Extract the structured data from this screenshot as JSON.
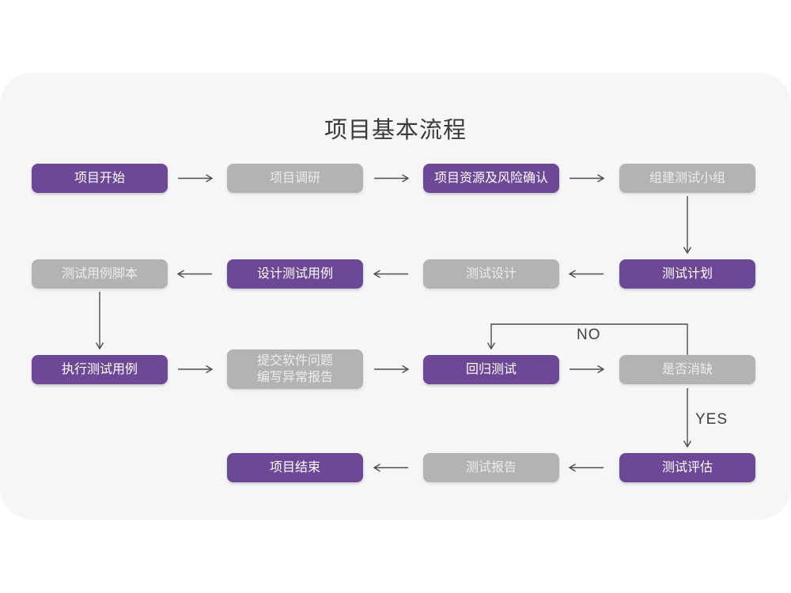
{
  "title": "项目基本流程",
  "colors": {
    "purple": "#6c4896",
    "gray": "#b3b3b3",
    "card_bg": "#f6f6f7",
    "arrow": "#4d4d4d"
  },
  "nodes": [
    {
      "id": "project-start",
      "label": "项目开始",
      "variant": "purple"
    },
    {
      "id": "project-research",
      "label": "项目调研",
      "variant": "gray"
    },
    {
      "id": "resources-risk",
      "label": "项目资源及风险确认",
      "variant": "purple"
    },
    {
      "id": "build-test-team",
      "label": "组建测试小组",
      "variant": "gray"
    },
    {
      "id": "test-case-scripts",
      "label": "测试用例脚本",
      "variant": "gray"
    },
    {
      "id": "design-test-cases",
      "label": "设计测试用例",
      "variant": "purple"
    },
    {
      "id": "test-design",
      "label": "测试设计",
      "variant": "gray"
    },
    {
      "id": "test-plan",
      "label": "测试计划",
      "variant": "purple"
    },
    {
      "id": "execute-test-cases",
      "label": "执行测试用例",
      "variant": "purple"
    },
    {
      "id": "submit-issues-report",
      "label": "提交软件问题\n编写异常报告",
      "variant": "gray"
    },
    {
      "id": "regression-test",
      "label": "回归测试",
      "variant": "purple"
    },
    {
      "id": "defect-resolved",
      "label": "是否消缺",
      "variant": "gray"
    },
    {
      "id": "project-end",
      "label": "项目结束",
      "variant": "purple"
    },
    {
      "id": "test-report",
      "label": "测试报告",
      "variant": "gray"
    },
    {
      "id": "test-evaluation",
      "label": "测试评估",
      "variant": "purple"
    }
  ],
  "edge_labels": {
    "no": "NO",
    "yes": "YES"
  }
}
